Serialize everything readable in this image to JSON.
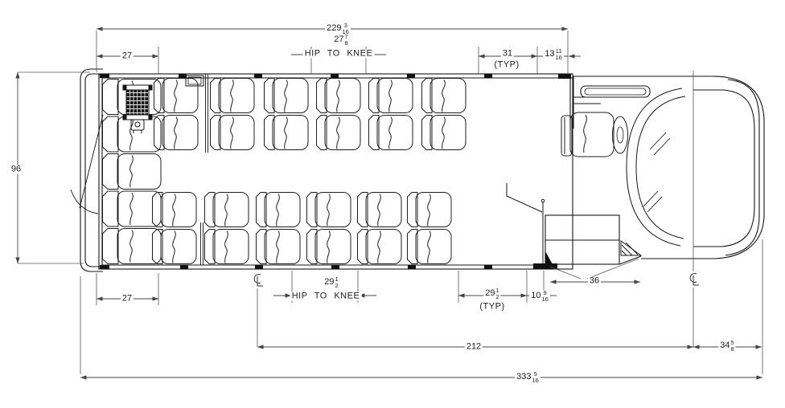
{
  "drawing": {
    "kind": "shuttle-bus floor plan dimension drawing",
    "dimensions": {
      "body_length": {
        "whole": "229",
        "num": "3",
        "den": "16"
      },
      "hip_to_knee_top": {
        "whole": "27",
        "num": "7",
        "den": "8",
        "label": "HIP TO KNEE"
      },
      "seat_width_typ": {
        "whole": "31",
        "suffix": "(TYP)"
      },
      "front_cap": {
        "whole": "13",
        "num": "11",
        "den": "16"
      },
      "rear_seat_depth_top": {
        "whole": "27"
      },
      "body_width": {
        "whole": "96"
      },
      "rear_seat_depth_bottom": {
        "whole": "27"
      },
      "hip_to_knee_bottom": {
        "whole": "29",
        "num": "1",
        "den": "2",
        "label": "HIP TO KNEE"
      },
      "seat_pitch_typ": {
        "whole": "29",
        "num": "1",
        "den": "2",
        "suffix": "(TYP)"
      },
      "door_clearance": {
        "whole": "10",
        "num": "9",
        "den": "16"
      },
      "door_width": {
        "whole": "36"
      },
      "wheelbase": {
        "whole": "212"
      },
      "front_axle_to_bumper": {
        "whole": "34",
        "num": "5",
        "den": "8"
      },
      "overall_length": {
        "whole": "333",
        "num": "5",
        "den": "16"
      }
    },
    "symbols": {
      "centerline": "CL (centre-line mark), shown at rear axle and front axle"
    }
  }
}
